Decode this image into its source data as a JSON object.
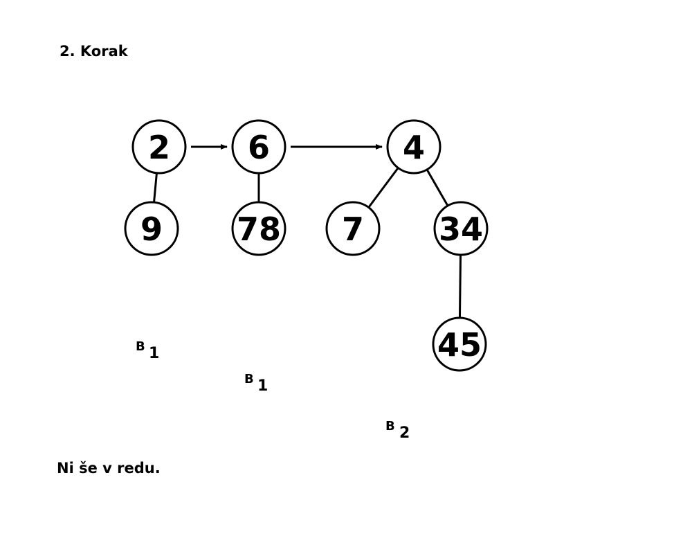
{
  "heading": "2. Korak",
  "footer": "Ni še v redu.",
  "colors": {
    "stroke": "#000000",
    "fill": "#ffffff"
  },
  "nodes": [
    {
      "id": "n2",
      "value": "2"
    },
    {
      "id": "n6",
      "value": "6"
    },
    {
      "id": "n4",
      "value": "4"
    },
    {
      "id": "n9",
      "value": "9"
    },
    {
      "id": "n78",
      "value": "78"
    },
    {
      "id": "n7",
      "value": "7"
    },
    {
      "id": "n34",
      "value": "34"
    },
    {
      "id": "n45",
      "value": "45"
    }
  ],
  "edges": [
    {
      "from": "n2",
      "to": "n6",
      "type": "arrow"
    },
    {
      "from": "n6",
      "to": "n4",
      "type": "arrow"
    },
    {
      "from": "n2",
      "to": "n9",
      "type": "line"
    },
    {
      "from": "n6",
      "to": "n78",
      "type": "line"
    },
    {
      "from": "n4",
      "to": "n7",
      "type": "line"
    },
    {
      "from": "n4",
      "to": "n34",
      "type": "line"
    },
    {
      "from": "n34",
      "to": "n45",
      "type": "line"
    }
  ],
  "order_labels": [
    {
      "id": "b1a",
      "letter": "B",
      "sub": "1"
    },
    {
      "id": "b1b",
      "letter": "B",
      "sub": "1"
    },
    {
      "id": "b2",
      "letter": "B",
      "sub": "2"
    }
  ]
}
